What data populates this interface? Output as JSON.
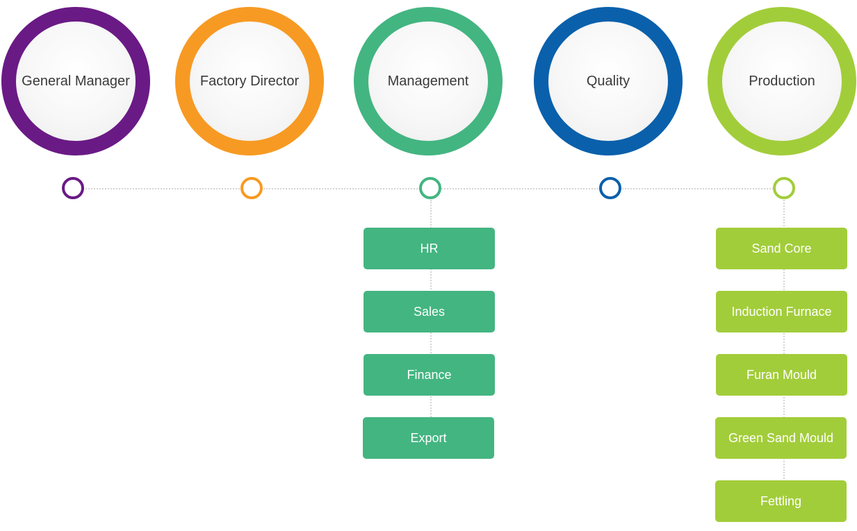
{
  "nodes": [
    {
      "label": "General Manager",
      "color": "#6a1a85"
    },
    {
      "label": "Factory Director",
      "color": "#f79a23"
    },
    {
      "label": "Management",
      "color": "#43b581"
    },
    {
      "label": "Quality",
      "color": "#0a60ab"
    },
    {
      "label": "Production",
      "color": "#a2cd3a"
    }
  ],
  "management_children": [
    "HR",
    "Sales",
    "Finance",
    "Export"
  ],
  "production_children": [
    "Sand Core",
    "Induction Furnace",
    "Furan Mould",
    "Green Sand Mould",
    "Fettling"
  ],
  "colors": {
    "connector": "#d4d4d4",
    "management_box": "#43b581",
    "production_box": "#a2cd3a"
  }
}
